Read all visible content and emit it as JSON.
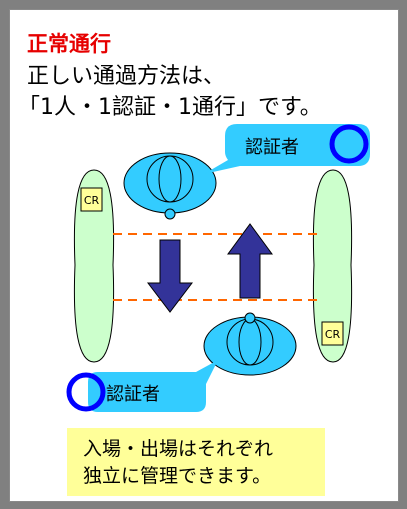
{
  "title": "正常通行",
  "lines": [
    "正しい通過方法は、",
    "「1人・1認証・1通行」です。"
  ],
  "callout_top": "認証者",
  "callout_bottom": "認証者",
  "card_reader_label": "CR",
  "note_lines": [
    "入場・出場はそれぞれ",
    "独立に管理できます。"
  ],
  "colors": {
    "title": "#e60000",
    "gate": "#ccffcc",
    "card_reader": "#ffff99",
    "person": "#33ccff",
    "callout": "#33ccff",
    "ring": "#0000ff",
    "arrow": "#333399",
    "dashed_line": "#ff6600",
    "note": "#ffff99"
  }
}
